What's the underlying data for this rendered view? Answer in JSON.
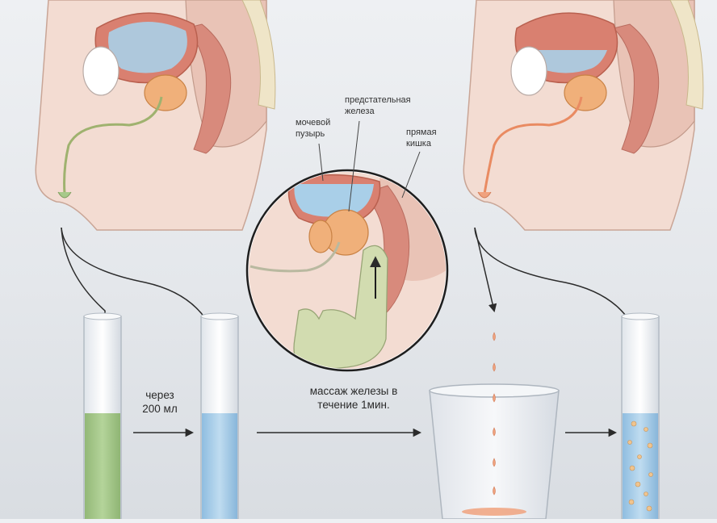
{
  "labels": {
    "bladder": "мочевой\nпузырь",
    "prostate": "предстательная\nжелеза",
    "rectum": "прямая\nкишка",
    "through": "через\n200 мл",
    "massage": "массаж железы в\nтечение 1мин."
  },
  "colors": {
    "skin": "#f3dcd2",
    "skin_dark": "#e8bfb0",
    "prostate": "#f0b07a",
    "urine_blue": "#a9cfe8",
    "urine_green": "#a7c98a",
    "finger": "#d2dcb0",
    "arrow": "#2b2b2b"
  }
}
